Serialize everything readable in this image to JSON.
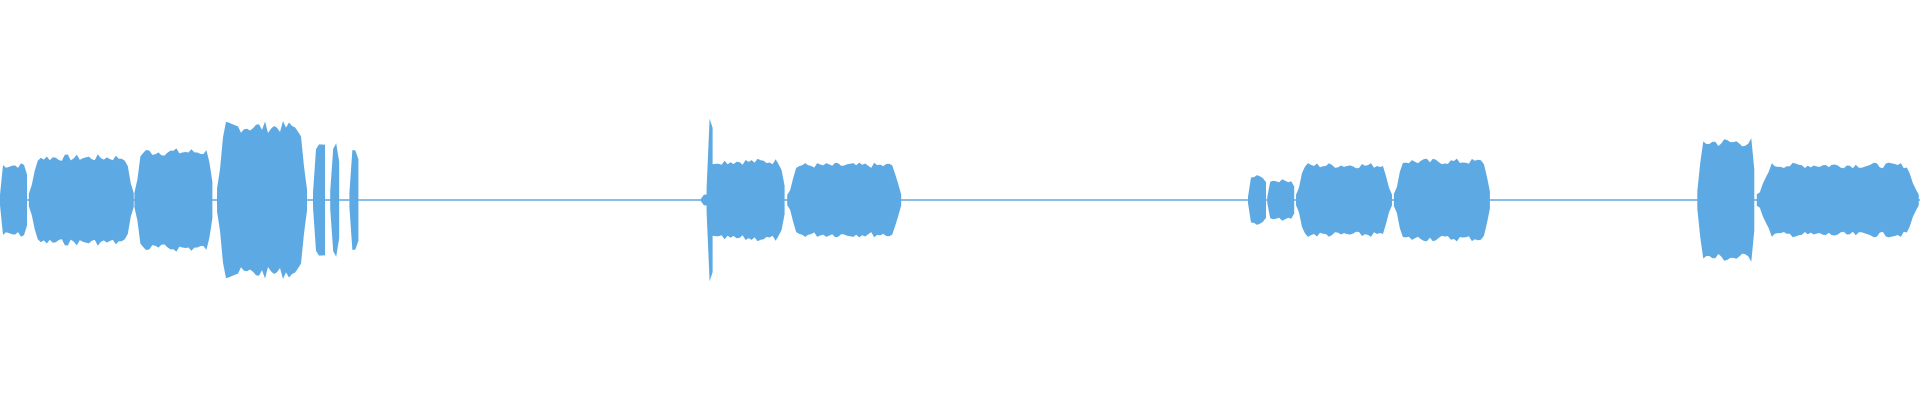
{
  "waveform": {
    "color": "#5DA9E4",
    "background": "#ffffff",
    "segments": [
      {
        "start": 0.0,
        "end": 0.015,
        "amp": 0.18
      },
      {
        "start": 0.015,
        "end": 0.07,
        "amp": 0.22
      },
      {
        "start": 0.07,
        "end": 0.112,
        "amp": 0.25
      },
      {
        "start": 0.113,
        "end": 0.16,
        "amp": 0.38
      },
      {
        "start": 0.163,
        "end": 0.17,
        "amp": 0.28
      },
      {
        "start": 0.172,
        "end": 0.177,
        "amp": 0.28
      },
      {
        "start": 0.182,
        "end": 0.187,
        "amp": 0.28
      },
      {
        "start": 0.368,
        "end": 0.372,
        "amp": 0.4
      },
      {
        "start": 0.365,
        "end": 0.374,
        "amp": 0.03
      },
      {
        "start": 0.368,
        "end": 0.41,
        "amp": 0.2
      },
      {
        "start": 0.41,
        "end": 0.47,
        "amp": 0.18
      },
      {
        "start": 0.65,
        "end": 0.66,
        "amp": 0.12
      },
      {
        "start": 0.66,
        "end": 0.675,
        "amp": 0.1
      },
      {
        "start": 0.675,
        "end": 0.725,
        "amp": 0.18
      },
      {
        "start": 0.726,
        "end": 0.777,
        "amp": 0.2
      },
      {
        "start": 0.884,
        "end": 0.915,
        "amp": 0.3
      },
      {
        "start": 0.915,
        "end": 1.0,
        "amp": 0.18
      }
    ]
  }
}
